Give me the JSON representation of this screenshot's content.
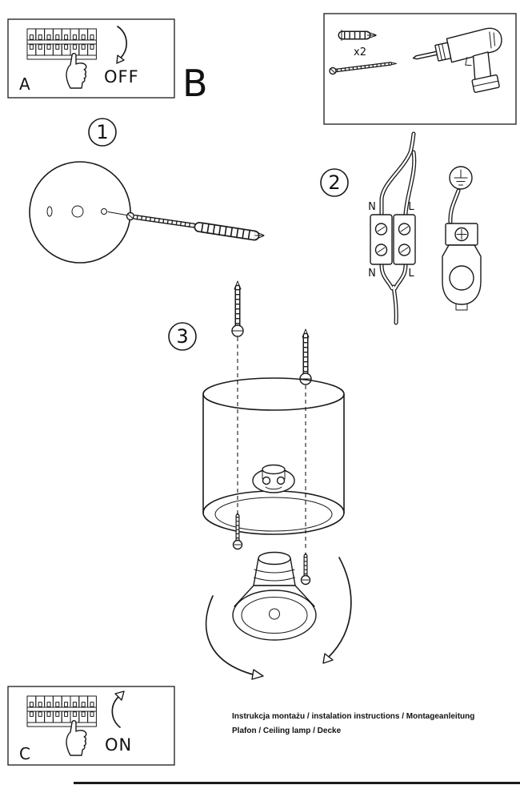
{
  "colors": {
    "ink": "#1a1a1a",
    "paper": "#ffffff"
  },
  "panel_a": {
    "label": "A",
    "state": "OFF"
  },
  "section_b": {
    "label": "B",
    "anchor_quantity": "x2"
  },
  "steps": {
    "one": "1",
    "two": "2",
    "three": "3"
  },
  "wiring": {
    "n_top": "N",
    "l_top": "L",
    "n_bottom": "N",
    "l_bottom": "L"
  },
  "panel_c": {
    "label": "C",
    "state": "ON"
  },
  "footer": {
    "line1": "Instrukcja montażu / instalation instructions / Montageanleitung",
    "line2": "Plafon / Ceiling lamp / Decke"
  }
}
